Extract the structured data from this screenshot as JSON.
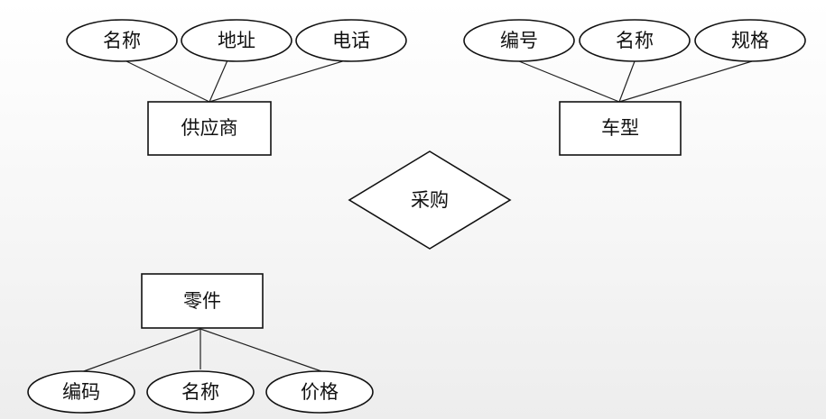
{
  "entities": {
    "supplier": {
      "name": "供应商",
      "attributes": [
        "名称",
        "地址",
        "电话"
      ]
    },
    "vehicle_model": {
      "name": "车型",
      "attributes": [
        "编号",
        "名称",
        "规格"
      ]
    },
    "part": {
      "name": "零件",
      "attributes": [
        "编码",
        "名称",
        "价格"
      ]
    }
  },
  "relationship": {
    "name": "采购"
  }
}
